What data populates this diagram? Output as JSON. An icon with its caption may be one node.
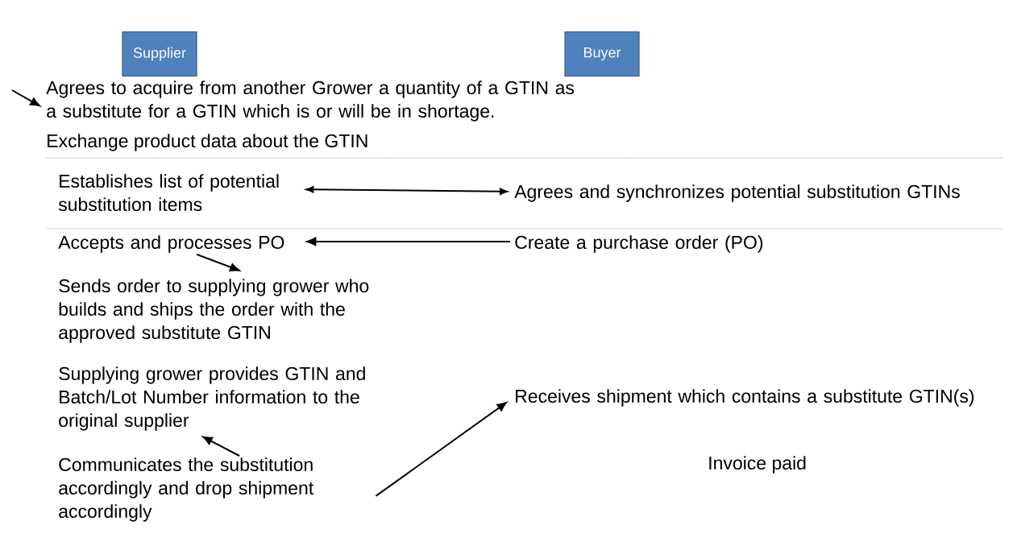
{
  "diagram": {
    "nodes": [
      {
        "text": [
          "Supplier"
        ]
      },
      {
        "text": [
          "Buyer"
        ]
      },
      {
        "text": [
          "Agrees to acquire from another Grower a quantity of  a GTIN as a substitute for a GTIN which is or will be in shortage."
        ]
      },
      {
        "text": [
          "Establishes list of potential substitution items"
        ]
      },
      {
        "text": [
          "Agrees and synchronizes potential substitution GTINs"
        ]
      },
      {
        "text": [
          "Accepts and processes PO"
        ]
      },
      {
        "text": [
          "Create a purchase order (PO)"
        ]
      },
      {
        "text": [
          "Sends order to supplying grower who builds and ships the order with the approved substitute GTIN"
        ]
      },
      {
        "text": [
          "Supplying grower provides GTIN and Batch/Lot Number information to the original supplier"
        ]
      },
      {
        "text": [
          "Receives shipment which contains a substitute GTIN(s)"
        ]
      },
      {
        "text": [
          "Communicates the substitution accordingly and drop shipment accordingly"
        ]
      }
    ],
    "edges": [
      {
        "from": null,
        "to": 2,
        "arrow": "to"
      },
      {
        "from": 3,
        "to": 4,
        "arrow": "both"
      },
      {
        "from": 6,
        "to": 5,
        "arrow": "to"
      },
      {
        "from": 5,
        "to": 7,
        "arrow": "to"
      },
      {
        "from": 10,
        "to": 8,
        "arrow": "to"
      },
      {
        "from": 10,
        "to": 9,
        "arrow": "to"
      }
    ],
    "labels": [
      "Exchange product data about  the GTIN",
      "Invoice paid"
    ]
  }
}
